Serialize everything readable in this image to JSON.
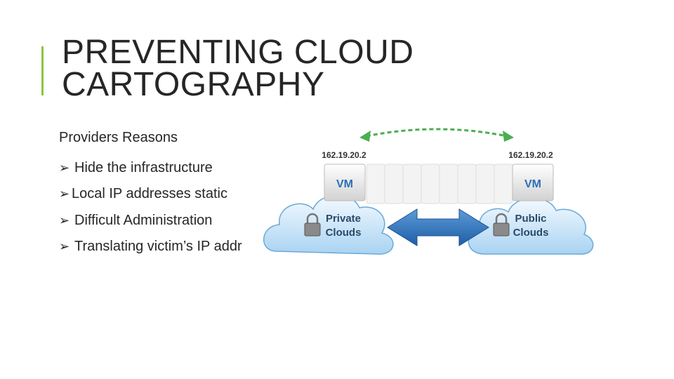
{
  "slide": {
    "title_line1": "PREVENTING CLOUD",
    "title_line2": "CARTOGRAPHY",
    "subtitle": "Providers Reasons",
    "bullets": [
      "Hide the infrastructure",
      "Local IP addresses static",
      "Difficult Administration",
      "Translating victim’s IP addr"
    ]
  },
  "figure": {
    "left_ip": "162.19.20.2",
    "right_ip": "162.19.20.2",
    "left_vm": "VM",
    "right_vm": "VM",
    "left_cloud_line1": "Private",
    "left_cloud_line2": "Clouds",
    "right_cloud_line1": "Public",
    "right_cloud_line2": "Clouds"
  },
  "colors": {
    "accent": "#8cc63f",
    "text": "#262626",
    "cloud": "#cfe6f7",
    "arrow_blue": "#2b6fb6",
    "dashed_green": "#4caf50"
  }
}
